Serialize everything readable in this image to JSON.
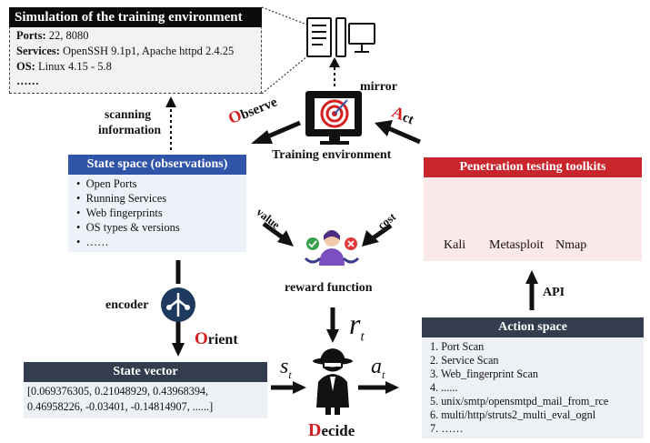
{
  "simulation": {
    "title": "Simulation of the training environment",
    "ports_label": "Ports:",
    "ports_value": " 22, 8080",
    "services_label": "Services:",
    "services_value": " OpenSSH 9.1p1, Apache httpd 2.4.25",
    "os_label": "OS:",
    "os_value": "  Linux 4.15 - 5.8",
    "more": "……"
  },
  "mirror_label": "mirror",
  "scanning_label_1": "scanning",
  "scanning_label_2": "information",
  "observe": {
    "first": "O",
    "rest": "bserve"
  },
  "act": {
    "first": "A",
    "rest": "ct"
  },
  "training_env_label": "Training environment",
  "state_space": {
    "title": "State space (observations)",
    "items": [
      "Open Ports",
      "Running Services",
      "Web fingerprints",
      "OS types & versions",
      "……"
    ]
  },
  "pen_testing": {
    "title": "Penetration testing toolkits",
    "tools": [
      "Kali",
      "Metasploit",
      "Nmap"
    ]
  },
  "value_label": "value",
  "cost_label": "cost",
  "reward_label": "reward function",
  "encoder_label": "encoder",
  "orient": {
    "first": "O",
    "rest": "rient"
  },
  "api_label": "API",
  "r_symbol": "r",
  "r_sub": "t",
  "s_symbol": "s",
  "s_sub": "t",
  "a_symbol": "a",
  "a_sub": "t",
  "decide": {
    "first": "D",
    "rest": "ecide"
  },
  "state_vector": {
    "title": "State vector",
    "line1": "[0.069376305, 0.21048929, 0.43968394,",
    "line2": "0.46958226, -0.03401, -0.14814907, ......]"
  },
  "action_space": {
    "title": "Action space",
    "items": [
      "1. Port Scan",
      "2. Service Scan",
      "3. Web_fingerprint Scan",
      "4. ......",
      "5. unix/smtp/opensmtpd_mail_from_rce",
      "6. multi/http/struts2_multi_eval_ognl",
      "7. ……"
    ]
  },
  "colors": {
    "accent_red": "#d42020",
    "blue": "#2f54a8",
    "dark": "#333d4d",
    "pen_red": "#c9252c"
  }
}
